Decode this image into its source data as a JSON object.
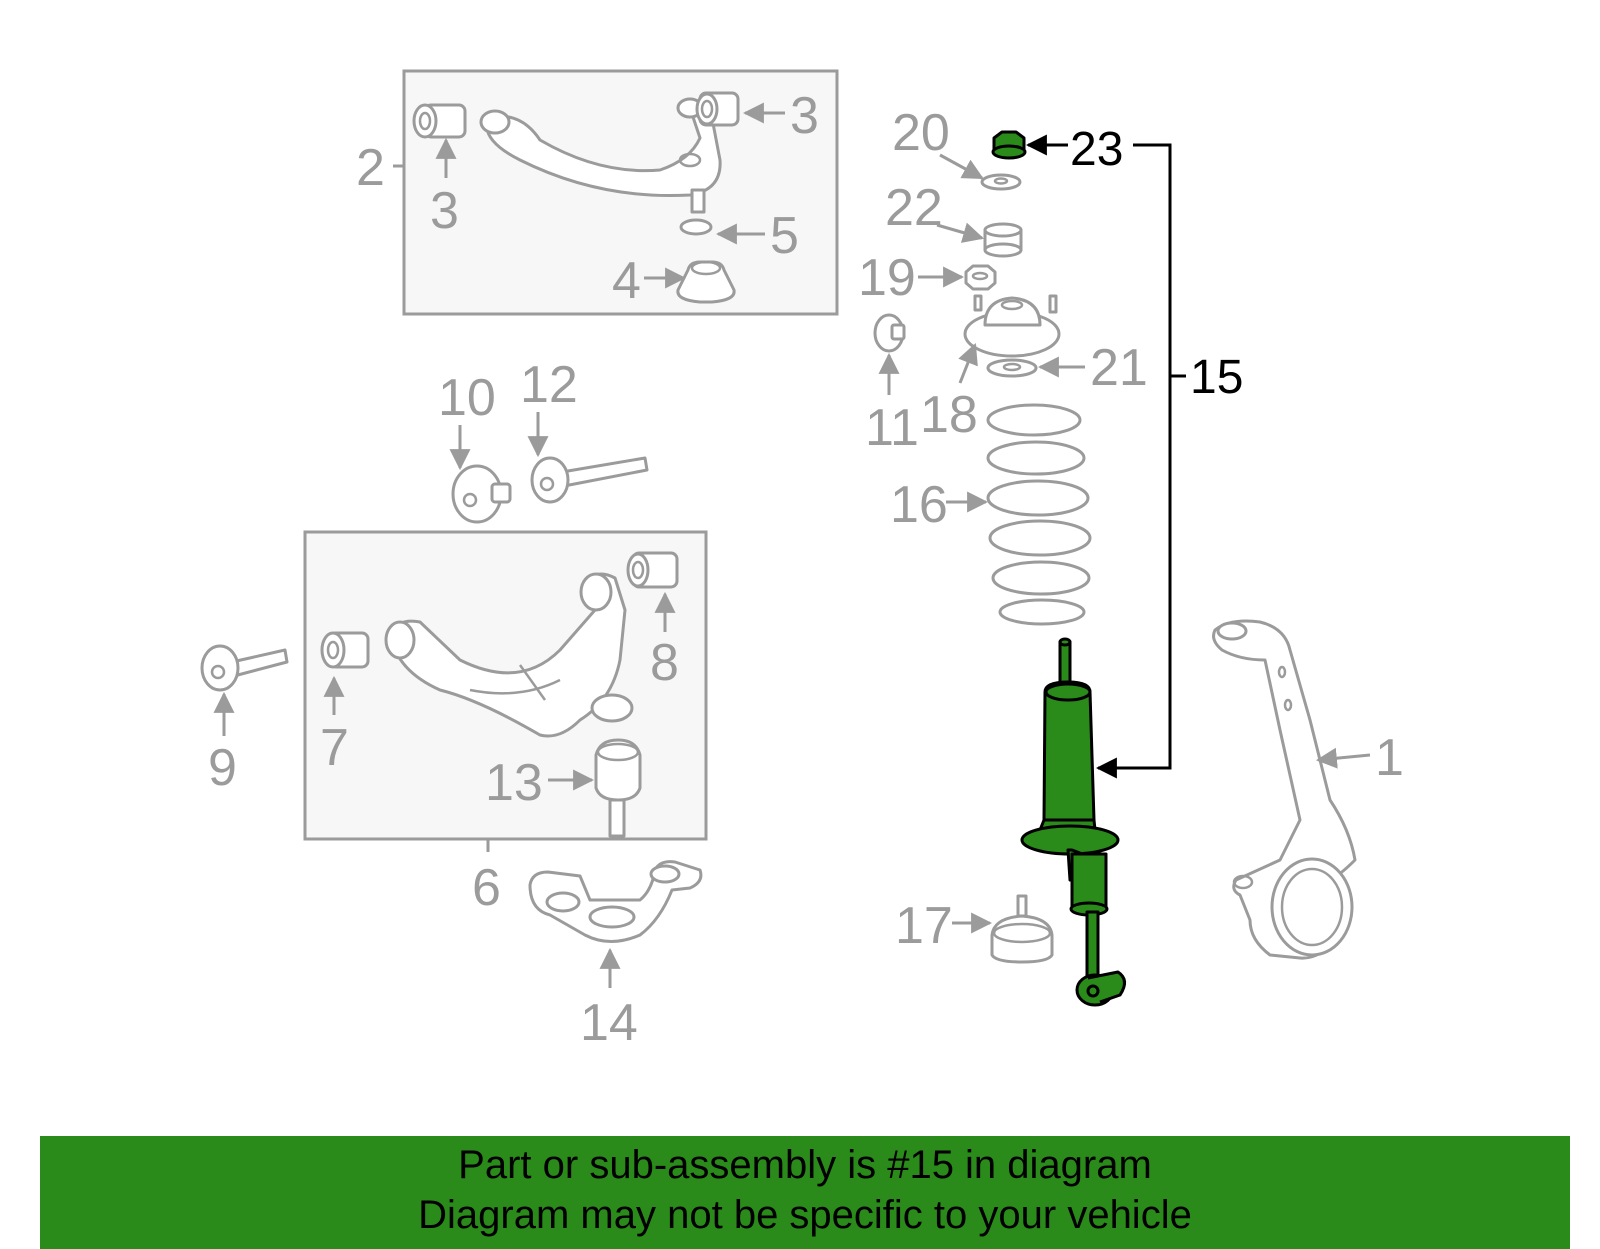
{
  "diagram": {
    "highlight_color": "#2a8a1a",
    "callouts": {
      "c1": "1",
      "c2": "2",
      "c3a": "3",
      "c3b": "3",
      "c4": "4",
      "c5": "5",
      "c6": "6",
      "c7": "7",
      "c8": "8",
      "c9": "9",
      "c10": "10",
      "c11": "11",
      "c12": "12",
      "c13": "13",
      "c14": "14",
      "c15": "15",
      "c16": "16",
      "c17": "17",
      "c18": "18",
      "c19": "19",
      "c20": "20",
      "c21": "21",
      "c22": "22",
      "c23": "23"
    }
  },
  "banner": {
    "line1": "Part or sub-assembly is #15 in diagram",
    "line2": "Diagram may not be specific to your vehicle",
    "background": "#2a8a1a"
  }
}
